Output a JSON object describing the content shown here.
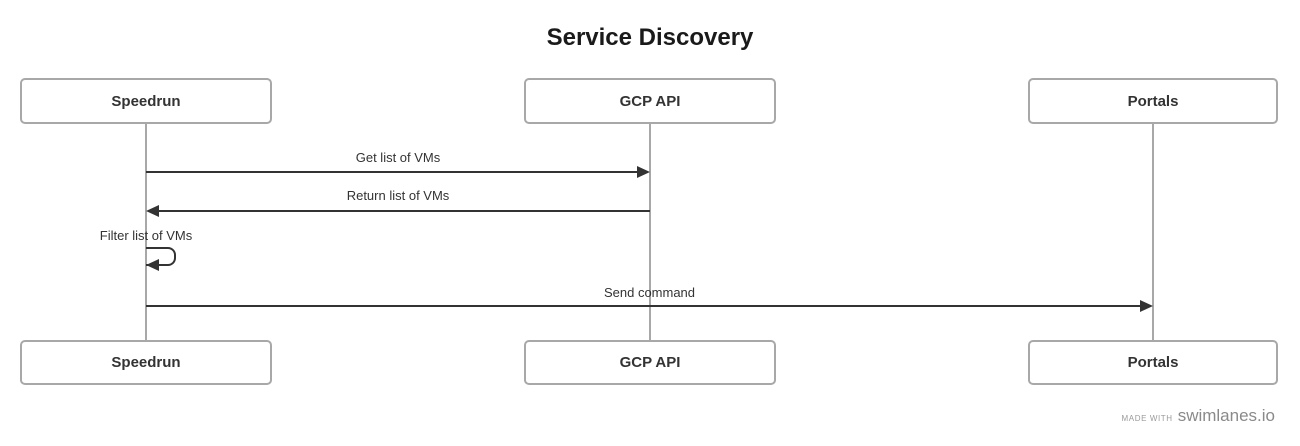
{
  "title": "Service Discovery",
  "actors": [
    {
      "name": "Speedrun"
    },
    {
      "name": "GCP API"
    },
    {
      "name": "Portals"
    }
  ],
  "messages": [
    {
      "label": "Get list of VMs",
      "from": "Speedrun",
      "to": "GCP API",
      "type": "arrow-right"
    },
    {
      "label": "Return list of VMs",
      "from": "GCP API",
      "to": "Speedrun",
      "type": "arrow-left"
    },
    {
      "label": "Filter list of VMs",
      "from": "Speedrun",
      "to": "Speedrun",
      "type": "self-loop"
    },
    {
      "label": "Send command",
      "from": "Speedrun",
      "to": "Portals",
      "type": "arrow-right"
    }
  ],
  "footer": {
    "made_with": "MADE WITH",
    "brand": "swimlanes.io"
  },
  "colors": {
    "background": "#ffffff",
    "title_text": "#1a1a1a",
    "box_border": "#a8a8a8",
    "box_text": "#333333",
    "lifeline": "#a8a8a8",
    "arrow": "#333333",
    "label_text": "#333333",
    "footer_text": "#8a8a8a"
  }
}
